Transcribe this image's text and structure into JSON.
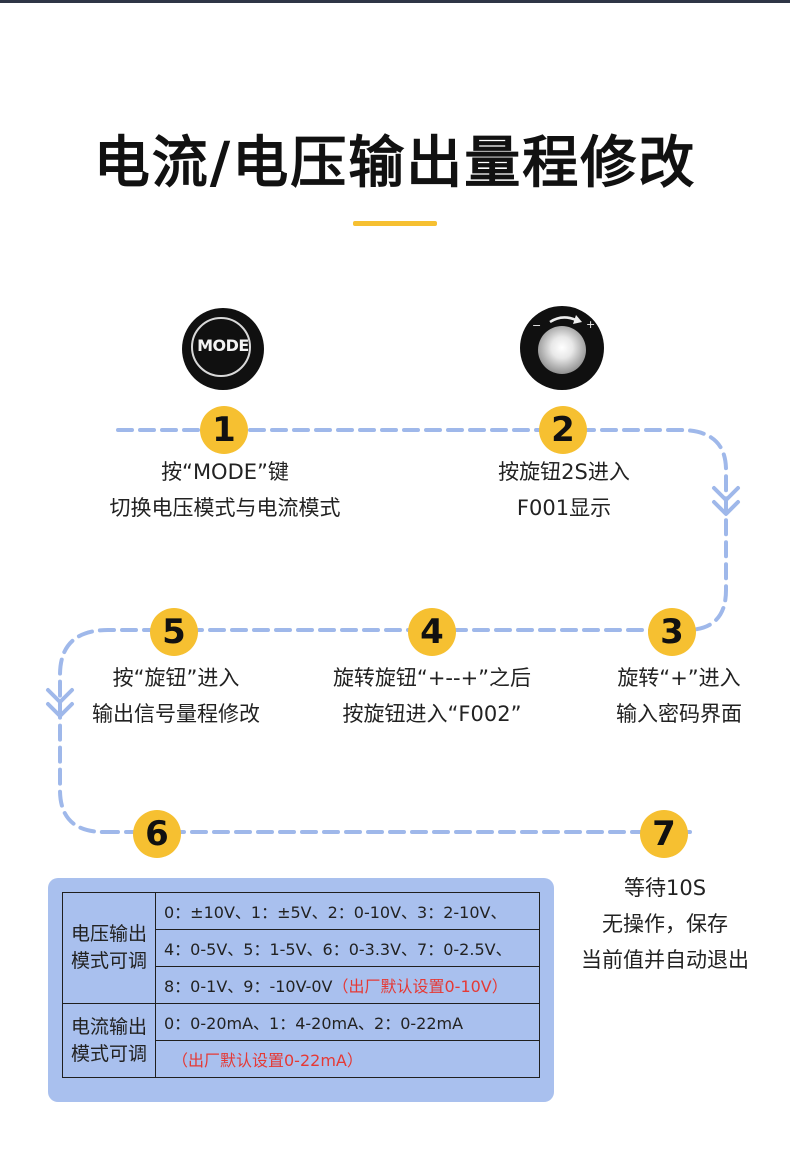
{
  "title": "电流/电压输出量程修改",
  "icons": {
    "mode_label": "MODE",
    "knob_minus": "−",
    "knob_plus": "+"
  },
  "steps": [
    {
      "number": "1",
      "line1": "按“MODE”键",
      "line2": "切换电压模式与电流模式"
    },
    {
      "number": "2",
      "line1": "按旋钮2S进入",
      "line2": "F001显示"
    },
    {
      "number": "3",
      "line1": "旋转“+”进入",
      "line2": "输入密码界面"
    },
    {
      "number": "4",
      "line1": "旋转旋钮“+--+”之后",
      "line2": "按旋钮进入“F002”"
    },
    {
      "number": "5",
      "line1": "按“旋钮”进入",
      "line2": "输出信号量程修改"
    },
    {
      "number": "6"
    },
    {
      "number": "7",
      "line1": "等待10S",
      "line2": "无操作，保存",
      "line3": "当前值并自动退出"
    }
  ],
  "table": {
    "voltage": {
      "label_line1": "电压输出",
      "label_line2": "模式可调",
      "row1": "0：±10V、1：±5V、2：0-10V、3：2-10V、",
      "row2": "4：0-5V、5：1-5V、6：0-3.3V、7：0-2.5V、",
      "row3": "8：0-1V、9：-10V-0V",
      "row3_note": "（出厂默认设置0-10V）"
    },
    "current": {
      "label_line1": "电流输出",
      "label_line2": "模式可调",
      "row1": "0：0-20mA、1：4-20mA、2：0-22mA",
      "row2_note": "（出厂默认设置0-22mA）"
    }
  },
  "colors": {
    "accent_yellow": "#f6c031",
    "dash_blue": "#9fb8ea",
    "panel_blue": "#a9c0ee",
    "note_red": "#e53935"
  }
}
